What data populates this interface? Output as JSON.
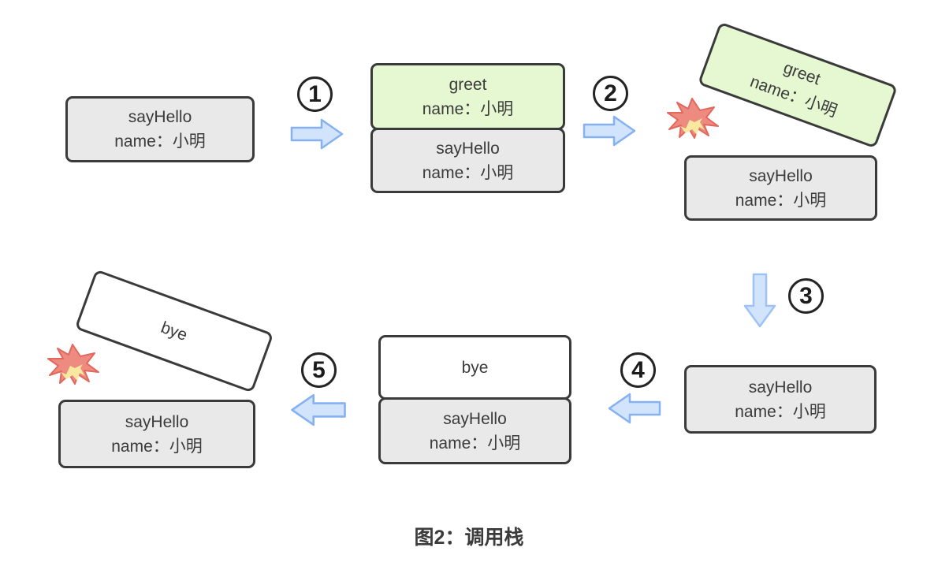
{
  "caption": "图2：调用栈",
  "frames": {
    "sayHello": {
      "name": "sayHello",
      "arg": "name：小明"
    },
    "greet": {
      "name": "greet",
      "arg": "name：小明"
    },
    "bye": {
      "name": "bye",
      "arg": ""
    }
  },
  "steps": [
    {
      "label": "1",
      "direction": "right"
    },
    {
      "label": "2",
      "direction": "right"
    },
    {
      "label": "3",
      "direction": "down"
    },
    {
      "label": "4",
      "direction": "left"
    },
    {
      "label": "5",
      "direction": "left"
    }
  ],
  "stages": [
    {
      "stack": [
        "sayHello"
      ]
    },
    {
      "stack": [
        "greet",
        "sayHello"
      ]
    },
    {
      "stack": [
        "sayHello"
      ],
      "popping": "greet"
    },
    {
      "stack": [
        "sayHello"
      ]
    },
    {
      "stack": [
        "bye",
        "sayHello"
      ]
    },
    {
      "stack": [
        "sayHello"
      ],
      "popping": "bye"
    }
  ],
  "colors": {
    "frame_gray": "#e9e9e9",
    "frame_green": "#e6f8d2",
    "frame_white": "#ffffff",
    "frame_border": "#3a3a3a",
    "text": "#3b3b3b",
    "arrow_fill": "#d2e4fc",
    "arrow_stroke": "#85b1f3",
    "burst_fill": "#ed8b80",
    "burst_stroke": "#e2685e",
    "burst_core": "#f9e8a0"
  }
}
